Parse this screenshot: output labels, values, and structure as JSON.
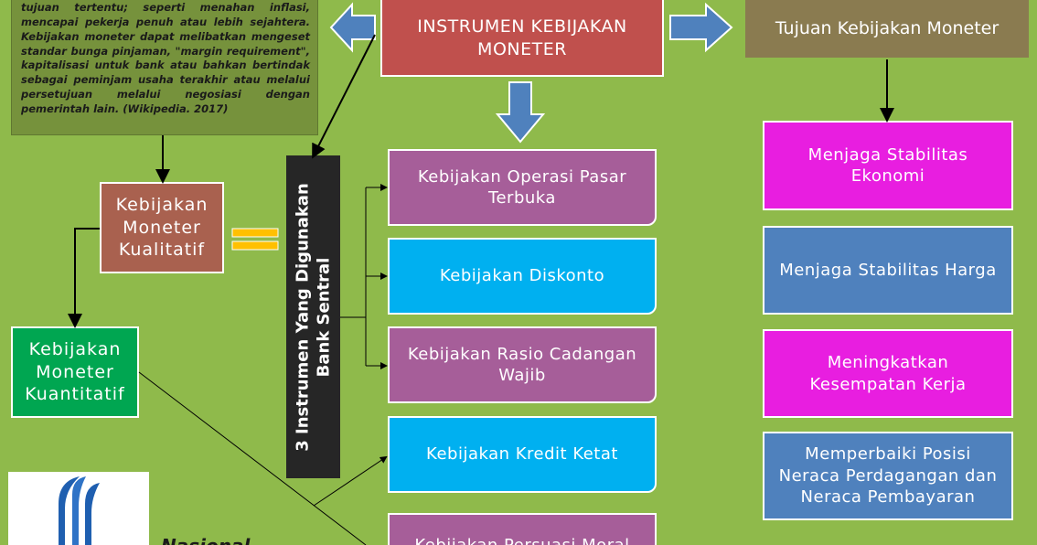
{
  "definition_text": "tujuan tertentu; seperti menahan inflasi, mencapai pekerja penuh atau lebih sejahtera. Kebijakan moneter dapat melibatkan mengeset standar bunga pinjaman, \"margin requirement\", kapitalisasi untuk bank atau bahkan bertindak sebagai peminjam usaha terakhir atau melalui persetujuan melalui negosiasi dengan pemerintah lain. (Wikipedia. 2017)",
  "title": "INSTRUMEN KEBIJAKAN MONETER",
  "tujuan_title": "Tujuan Kebijakan Moneter",
  "kualitatif": "Kebijakan Moneter Kualitatif",
  "kuantitatif": "Kebijakan Moneter Kuantitatif",
  "instrumen_label": "3 Instrumen Yang Digunakan Bank Sentral",
  "instrumen": [
    {
      "label": "Kebijakan Operasi Pasar Terbuka"
    },
    {
      "label": "Kebijakan Diskonto"
    },
    {
      "label": "Kebijakan Rasio Cadangan Wajib"
    },
    {
      "label": "Kebijakan Kredit Ketat"
    },
    {
      "label": "Kebijakan Persuasi Moral"
    }
  ],
  "tujuan": [
    {
      "label": "Menjaga Stabilitas Ekonomi"
    },
    {
      "label": "Menjaga Stabilitas Harga"
    },
    {
      "label": "Meningkatkan Kesempatan Kerja"
    },
    {
      "label": "Memperbaiki Posisi Neraca Perdagangan dan Neraca Pembayaran"
    }
  ],
  "partial_text": "Nasional",
  "colors": {
    "background": "#8fba4b",
    "title": "#c0504d",
    "tujuan_header": "#8a7b50",
    "purple": "#a65e99",
    "cyan": "#00b0f0",
    "magenta": "#e81ee0",
    "blue": "#4f81bd",
    "arrow_blue": "#4f81bd"
  }
}
